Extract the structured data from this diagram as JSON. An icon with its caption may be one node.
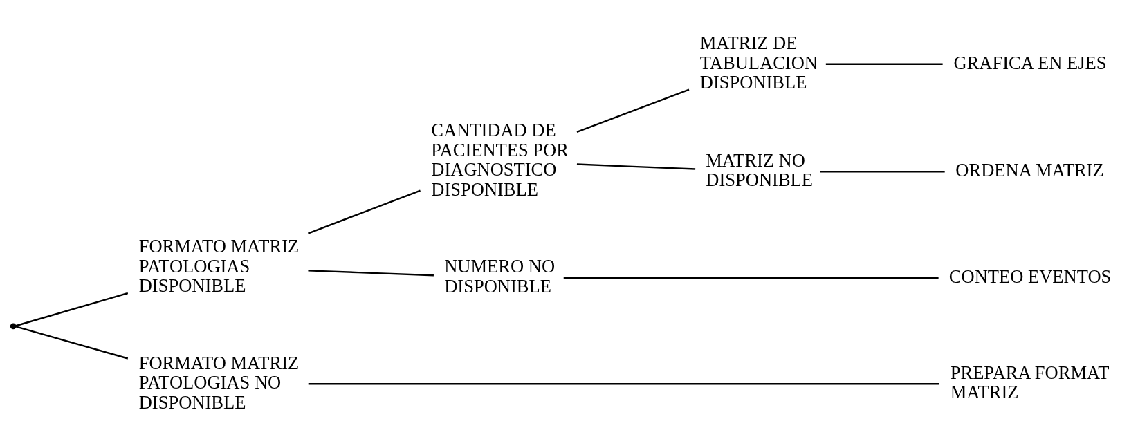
{
  "diagram": {
    "nodes": [
      {
        "text": [],
        "shape": "point"
      },
      {
        "text": [
          "FORMATO MATRIZ PATOLOGIAS DISPONIBLE"
        ]
      },
      {
        "text": [
          "FORMATO MATRIZ PATOLOGIAS NO DISPONIBLE"
        ]
      },
      {
        "text": [
          "CANTIDAD DE PACIENTES POR DIAGNOSTICO DISPONIBLE"
        ]
      },
      {
        "text": [
          "NUMERO NO DISPONIBLE"
        ]
      },
      {
        "text": [
          "MATRIZ DE TABULACION DISPONIBLE"
        ]
      },
      {
        "text": [
          "MATRIZ NO DISPONIBLE"
        ]
      },
      {
        "text": [
          "GRAFICA EN EJES"
        ]
      },
      {
        "text": [
          "ORDENA MATRIZ"
        ]
      },
      {
        "text": [
          "CONTEO EVENTOS"
        ]
      },
      {
        "text": [
          "PREPARA FORMAT MATRIZ"
        ]
      }
    ],
    "edges": [
      {
        "from": 0,
        "to": 1,
        "arrow": "none"
      },
      {
        "from": 0,
        "to": 2,
        "arrow": "none"
      },
      {
        "from": 1,
        "to": 3,
        "arrow": "none"
      },
      {
        "from": 1,
        "to": 4,
        "arrow": "none"
      },
      {
        "from": 3,
        "to": 5,
        "arrow": "none"
      },
      {
        "from": 3,
        "to": 6,
        "arrow": "none"
      },
      {
        "from": 5,
        "to": 7,
        "arrow": "none"
      },
      {
        "from": 6,
        "to": 8,
        "arrow": "none"
      },
      {
        "from": 4,
        "to": 9,
        "arrow": "none"
      },
      {
        "from": 2,
        "to": 10,
        "arrow": "none"
      }
    ]
  }
}
